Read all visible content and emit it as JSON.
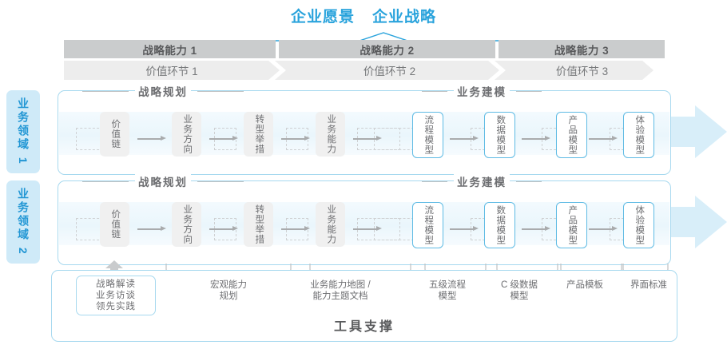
{
  "header": {
    "titles": [
      "企业愿景",
      "企业战略"
    ],
    "accent_color": "#29a3dc"
  },
  "capability_band": {
    "cells": [
      "战略能力 1",
      "战略能力 2",
      "战略能力 3"
    ],
    "bar_color": "#cacccd"
  },
  "value_band": {
    "cells": [
      "价值环节 1",
      "价值环节 2",
      "价值环节 3"
    ],
    "bar_color": "#ededed"
  },
  "side_tabs": [
    {
      "label": "业务领域 1"
    },
    {
      "label": "业务领域 2"
    }
  ],
  "rows": [
    {
      "sections": [
        {
          "title": "战略规划"
        },
        {
          "title": "业务建模"
        }
      ],
      "nodes": [
        {
          "label": "价值链",
          "style": "gray"
        },
        {
          "label": "业务方向",
          "style": "gray"
        },
        {
          "label": "转型举措",
          "style": "gray"
        },
        {
          "label": "业务能力",
          "style": "gray"
        },
        {
          "label": "流程模型",
          "style": "blue"
        },
        {
          "label": "数据模型",
          "style": "blue"
        },
        {
          "label": "产品模型",
          "style": "blue"
        },
        {
          "label": "体验模型",
          "style": "blue"
        }
      ]
    },
    {
      "sections": [
        {
          "title": "战略规划"
        },
        {
          "title": "业务建模"
        }
      ],
      "nodes": [
        {
          "label": "价值链",
          "style": "gray"
        },
        {
          "label": "业务方向",
          "style": "gray"
        },
        {
          "label": "转型举措",
          "style": "gray"
        },
        {
          "label": "业务能力",
          "style": "gray"
        },
        {
          "label": "流程模型",
          "style": "blue"
        },
        {
          "label": "数据模型",
          "style": "blue"
        },
        {
          "label": "产品模型",
          "style": "blue"
        },
        {
          "label": "体验模型",
          "style": "blue"
        }
      ]
    }
  ],
  "tool_support": {
    "title": "工具支撑",
    "labels": [
      {
        "text": "战略解读\n业务访谈\n领先实践",
        "boxed": true
      },
      {
        "text": "宏观能力\n规划",
        "boxed": false
      },
      {
        "text": "业务能力地图 /\n能力主题文档",
        "boxed": false
      },
      {
        "text": "五级流程\n模型",
        "boxed": false
      },
      {
        "text": "C 级数据\n模型",
        "boxed": false
      },
      {
        "text": "产品模板",
        "boxed": false
      },
      {
        "text": "界面标准",
        "boxed": false
      }
    ]
  },
  "colors": {
    "blue_accent": "#29a3dc",
    "blue_border": "#a7d9ef",
    "node_blue_border": "#5fbbe4",
    "gray_text": "#6d6e71",
    "big_arrow": "#d8eef9"
  }
}
